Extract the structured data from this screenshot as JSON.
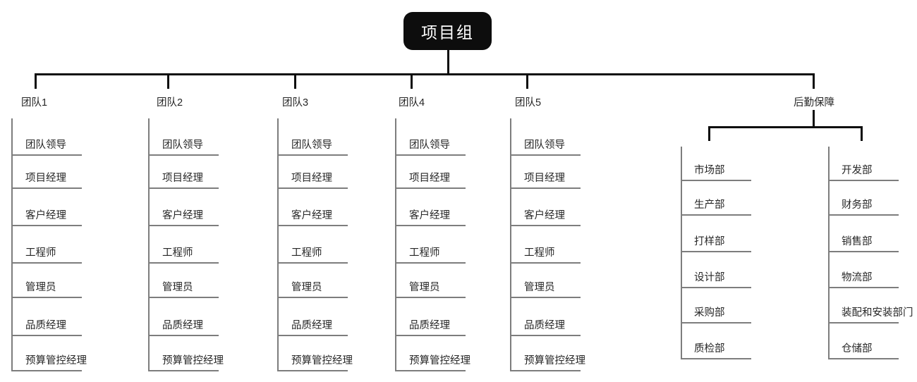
{
  "root": {
    "label": "项目组"
  },
  "teams": [
    {
      "label": "团队1",
      "items": [
        "团队领导",
        "项目经理",
        "客户经理",
        "工程师",
        "管理员",
        "品质经理",
        "预算管控经理"
      ]
    },
    {
      "label": "团队2",
      "items": [
        "团队领导",
        "项目经理",
        "客户经理",
        "工程师",
        "管理员",
        "品质经理",
        "预算管控经理"
      ]
    },
    {
      "label": "团队3",
      "items": [
        "团队领导",
        "项目经理",
        "客户经理",
        "工程师",
        "管理员",
        "品质经理",
        "预算管控经理"
      ]
    },
    {
      "label": "团队4",
      "items": [
        "团队领导",
        "项目经理",
        "客户经理",
        "工程师",
        "管理员",
        "品质经理",
        "预算管控经理"
      ]
    },
    {
      "label": "团队5",
      "items": [
        "团队领导",
        "项目经理",
        "客户经理",
        "工程师",
        "管理员",
        "品质经理",
        "预算管控经理"
      ]
    }
  ],
  "logistics": {
    "label": "后勤保障",
    "columns": [
      {
        "items": [
          "市场部",
          "生产部",
          "打样部",
          "设计部",
          "采购部",
          "质检部"
        ]
      },
      {
        "items": [
          "开发部",
          "财务部",
          "销售部",
          "物流部",
          "装配和安装部门",
          "仓储部"
        ]
      }
    ]
  },
  "colors": {
    "canvas_bg": "#ffffff",
    "root_bg": "#0d0d0d",
    "root_text": "#ffffff",
    "connector": "#0d0d0d",
    "line": "#7d7d7d",
    "text": "#262626"
  }
}
